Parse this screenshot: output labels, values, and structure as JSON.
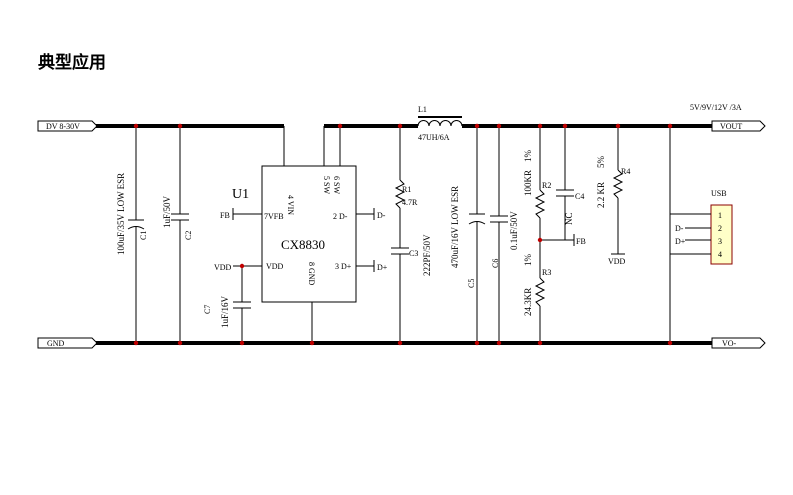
{
  "page": {
    "title": "典型应用"
  },
  "schematic": {
    "ports": {
      "dv_in": "DV 8-30V",
      "gnd": "GND",
      "vout": "VOUT",
      "vo_minus": "VO-",
      "output_spec": "5V/9V/12V /3A"
    },
    "ic": {
      "ref": "U1",
      "part": "CX8830",
      "pins": {
        "vin": "4 VIN",
        "sw5": "5 SW",
        "sw6": "6 SW",
        "vfb": "7VFB",
        "dminus": "2 D-",
        "vdd": "VDD",
        "dplus": "3 D+",
        "gnd": "8 GND"
      }
    },
    "nets": {
      "fb": "FB",
      "vdd": "VDD",
      "dminus": "D-",
      "dplus": "D+"
    },
    "inductor": {
      "ref": "L1",
      "value": "47UH/6A"
    },
    "capacitors": {
      "c1": {
        "ref": "C1",
        "value": "100uF/35V LOW ESR"
      },
      "c2": {
        "ref": "C2",
        "value": "1uF/50V"
      },
      "c3": {
        "ref": "C3",
        "value": "222PF/50V"
      },
      "c4": {
        "ref": "C4",
        "value": "NC"
      },
      "c5": {
        "ref": "C5",
        "value": "470uF/16V LOW ESR"
      },
      "c6": {
        "ref": "C6",
        "value": "0.1uF/50V"
      },
      "c7": {
        "ref": "C7",
        "value": "1uF/16V"
      }
    },
    "resistors": {
      "r1": {
        "ref": "R1",
        "value": "4.7R"
      },
      "r2": {
        "ref": "R2",
        "value": "100KR",
        "tol": "1%"
      },
      "r3": {
        "ref": "R3",
        "value": "24.3KR",
        "tol": "1%"
      },
      "r4": {
        "ref": "R4",
        "value": "2.2 KR",
        "tol": "5%"
      }
    },
    "usb": {
      "label": "USB",
      "pins": [
        "1",
        "2",
        "3",
        "4"
      ]
    }
  }
}
